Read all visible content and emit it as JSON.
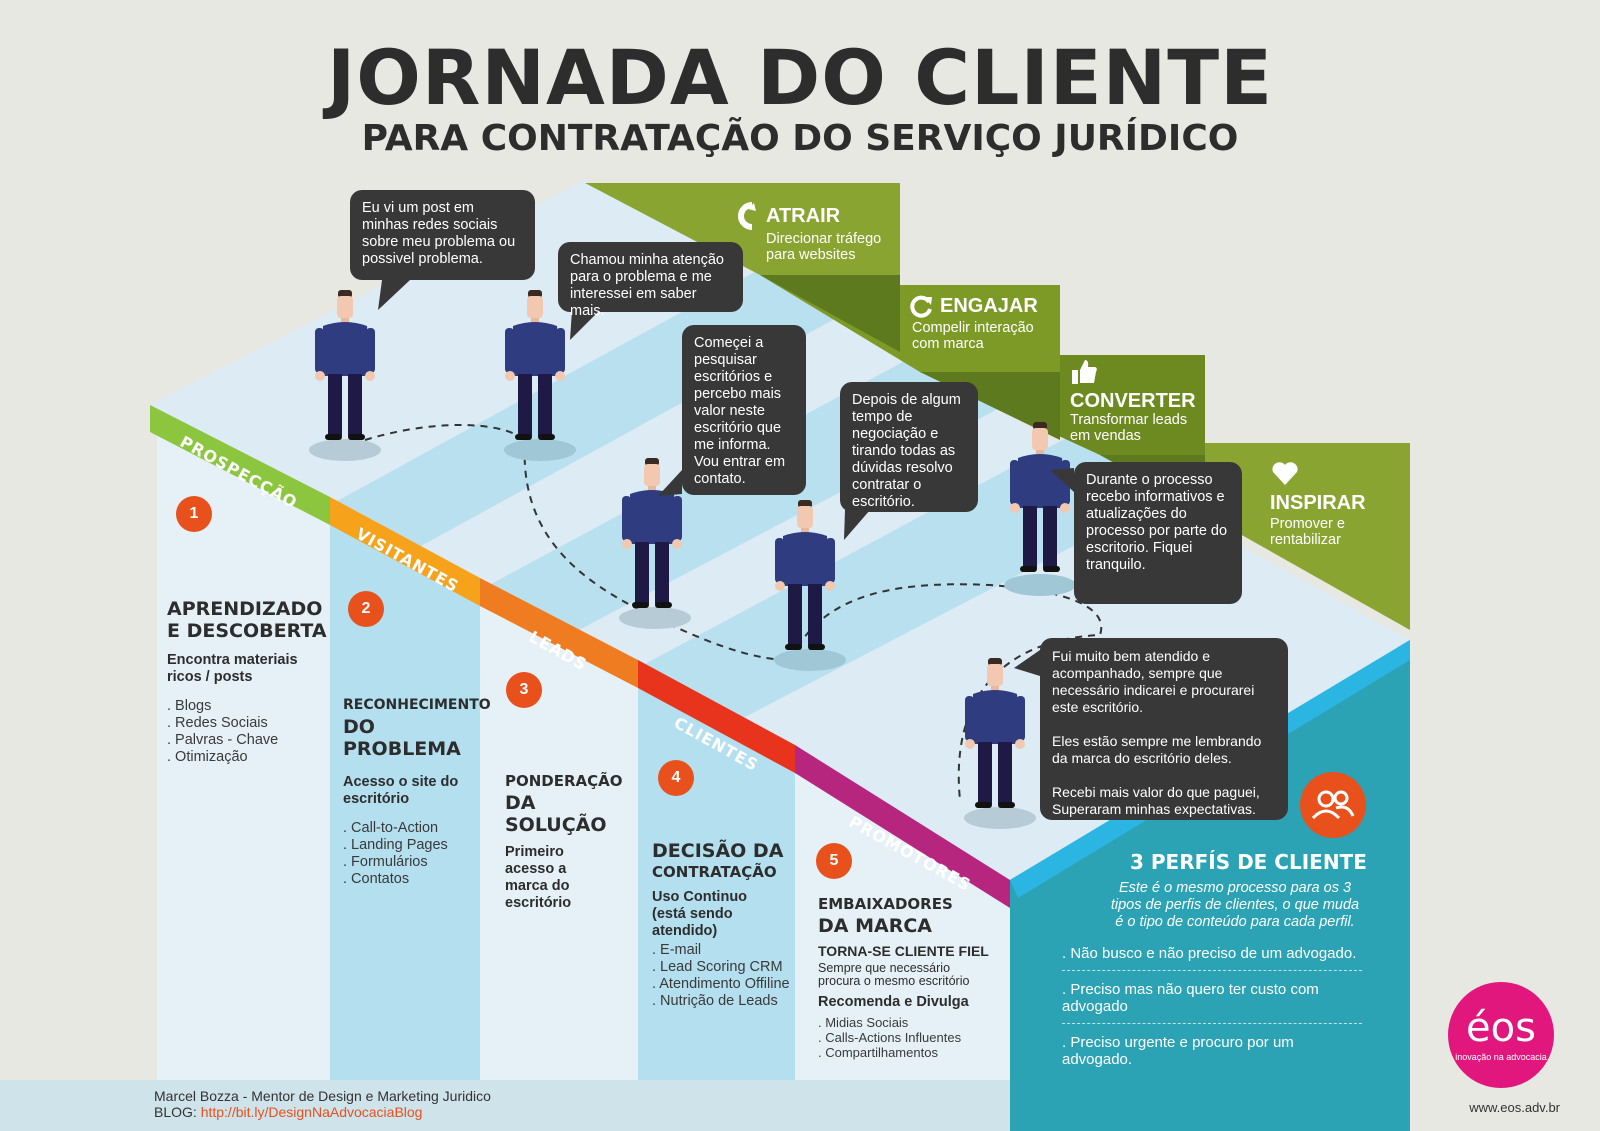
{
  "title": "JORNADA DO CLIENTE",
  "subtitle": "PARA CONTRATAÇÃO DO SERVIÇO JURÍDICO",
  "bubbles": [
    "Eu vi um post em minhas redes sociais sobre meu problema ou possivel problema.",
    "Chamou minha atenção para o problema e me interessei em saber mais.",
    "Começei a pesquisar escritórios e percebo mais valor neste escritório que me informa. Vou entrar em contato.",
    "Depois de algum tempo de negociação e tirando todas as dúvidas resolvo contratar o escritório.",
    "Durante o processo recebo informativos e atualizações do processo por parte do escritorio. Fiquei tranquilo.",
    "Fui muito bem atendido e acompanhado, sempre que necessário indicarei e procurarei este escritório.\n\nEles estão sempre me lembrando da marca do escritório deles.\n\nRecebi mais valor do que paguei, Superaram minhas expectativas."
  ],
  "stages": [
    {
      "title": "ATRAIR",
      "desc": "Direcionar tráfego\npara websites",
      "icon": "magnet-icon"
    },
    {
      "title": "ENGAJAR",
      "desc": "Compelir interação\ncom marca",
      "icon": "refresh-icon"
    },
    {
      "title": "CONVERTER",
      "desc": "Transformar leads\nem vendas",
      "icon": "thumbs-up-icon"
    },
    {
      "title": "INSPIRAR",
      "desc": "Promover e\nrentabilizar",
      "icon": "heart-icon"
    }
  ],
  "bands": [
    "PROSPECÇÃO",
    "VISITANTES",
    "LEADS",
    "CLIENTES",
    "PROMOTORES"
  ],
  "columns": [
    {
      "num": "1",
      "heading": "APRENDIZADO\nE DESCOBERTA",
      "sub": "Encontra materiais\nricos / posts",
      "items": [
        ". Blogs",
        ". Redes Sociais",
        ". Palvras - Chave",
        ". Otimização"
      ]
    },
    {
      "num": "2",
      "heading_small": "RECONHECIMENTO",
      "heading": "DO\nPROBLEMA",
      "sub": "Acesso o site do\nescritório",
      "items": [
        ". Call-to-Action",
        ". Landing Pages",
        ". Formulários",
        ". Contatos"
      ]
    },
    {
      "num": "3",
      "heading_small": "PONDERAÇÃO",
      "heading": "DA\nSOLUÇÃO",
      "sub": "Primeiro\nacesso a\nmarca do\nescritório",
      "items": []
    },
    {
      "num": "4",
      "heading": "DECISÃO DA",
      "heading_small": "CONTRATAÇÃO",
      "sub": "Uso Continuo\n(está sendo\natendido)",
      "items": [
        ". E-mail",
        ". Lead Scoring CRM",
        ". Atendimento Offiline",
        ". Nutrição de Leads"
      ]
    },
    {
      "num": "5",
      "heading_small": "EMBAIXADORES",
      "heading": "DA MARCA",
      "sub": "TORNA-SE CLIENTE FIEL",
      "note": "Sempre que necessário\nprocura o mesmo escritório",
      "sub2": "Recomenda e Divulga",
      "items": [
        ". Midias Sociais",
        ". Calls-Actions Influentes",
        ". Compartilhamentos"
      ]
    }
  ],
  "profiles": {
    "title": "3 PERFÍS DE CLIENTE",
    "intro": "Este é o mesmo processo para os 3\ntipos de perfis de clientes, o que muda\né o tipo de conteúdo para cada perfil.",
    "items": [
      ". Não busco e não preciso de um advogado.",
      ". Preciso mas não quero ter custo com advogado",
      ". Preciso urgente e procuro por um advogado."
    ]
  },
  "footer": {
    "author": "Marcel Bozza - Mentor de Design e Marketing Juridico",
    "blog_label": "BLOG:",
    "blog_url": "http://bit.ly/DesignNaAdvocaciaBlog"
  },
  "brand": {
    "logo": "éos",
    "tagline": "inovação na advocacia",
    "url": "www.eos.adv.br"
  },
  "colors": {
    "green": "#8aa432",
    "dark_green": "#5e7a1e",
    "light_blue": "#b7dfee",
    "pale_blue": "#dcebf4",
    "teal": "#2ba3b4",
    "orange": "#e8501c",
    "magenta": "#e2177e",
    "charcoal": "#383838"
  }
}
